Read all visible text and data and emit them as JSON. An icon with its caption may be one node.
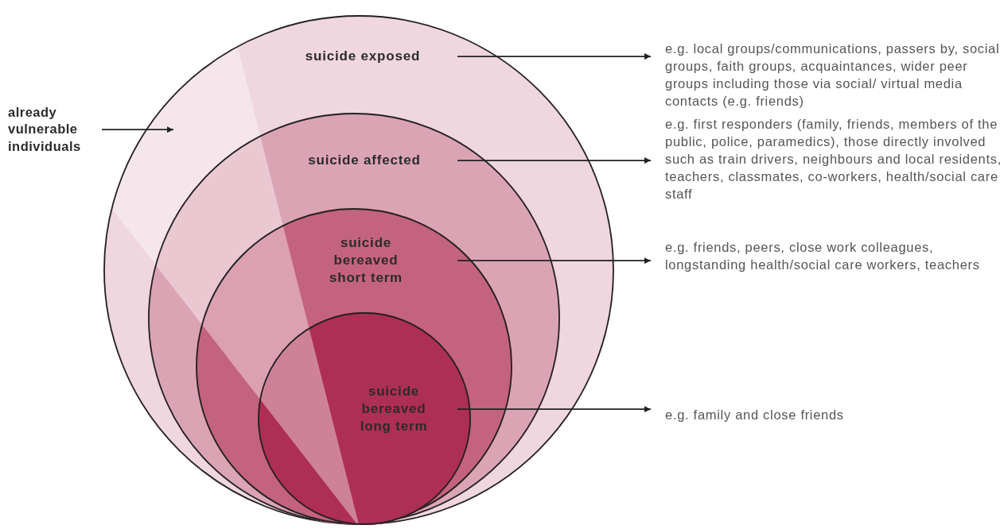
{
  "diagram": {
    "nodes": [
      {
        "text": [
          "suicide exposed"
        ]
      },
      {
        "text": [
          "suicide affected"
        ],
        "in": 0
      },
      {
        "text": [
          "suicide bereaved short term"
        ],
        "in": 1
      },
      {
        "text": [
          "suicide bereaved long term"
        ],
        "in": 2
      },
      {
        "text": [
          "e.g. local groups/communications, passers by, social groups, faith groups, acquaintances, wider peer groups including those via social/ virtual media contacts (e.g. friends)"
        ]
      },
      {
        "text": [
          "e.g. first responders (family, friends, members of the public, police, paramedics), those directly involved such as train drivers, neighbours and local residents, teachers, classmates, co-workers, health/social care staff"
        ]
      },
      {
        "text": [
          "e.g. friends, peers, close work colleagues, longstanding health/social care workers, teachers"
        ]
      },
      {
        "text": [
          "e.g. family and close friends"
        ]
      },
      {
        "text": [
          "already vulnerable individuals"
        ]
      }
    ],
    "edges": [
      {
        "from": 0,
        "to": 4,
        "arrow": "to"
      },
      {
        "from": 1,
        "to": 5,
        "arrow": "to"
      },
      {
        "from": 2,
        "to": 6,
        "arrow": "to"
      },
      {
        "from": 3,
        "to": 7,
        "arrow": "to"
      },
      {
        "from": 8,
        "to": 0,
        "arrow": "to"
      }
    ]
  }
}
